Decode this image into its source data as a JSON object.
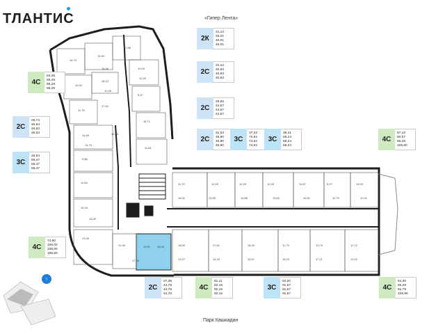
{
  "header": {
    "brand": "ТЛАНТИС",
    "landmark_top": "«Гипер Лента»",
    "landmark_bottom": "Парк Кашкадан"
  },
  "colors": {
    "wall": "#1d1d1b",
    "selected_unit": "#8fd0ee",
    "type_2": "#cfe3f7",
    "type_3": "#bfe3f6",
    "type_4": "#cfeac0",
    "accent": "#1aa0e2"
  },
  "apartments": [
    {
      "code": "4С",
      "type": "type_4",
      "values": [
        "54,38",
        "86,29",
        "86,29",
        "86,29"
      ]
    },
    {
      "code": "2К",
      "type": "type_2",
      "values": [
        "21,13",
        "46,01",
        "46,01",
        "46,01"
      ]
    },
    {
      "code": "2С",
      "type": "type_2",
      "values": [
        "22,44",
        "40,93",
        "40,93",
        "40,93"
      ]
    },
    {
      "code": "2С",
      "type": "type_2",
      "values": [
        "29,74",
        "46,63",
        "46,63",
        "46,63"
      ]
    },
    {
      "code": "2С",
      "type": "type_2",
      "values": [
        "25,56",
        "44,57",
        "44,57",
        "44,57"
      ]
    },
    {
      "code": "3С",
      "type": "type_3",
      "values": [
        "46,64",
        "66,47",
        "66,47",
        "66,47"
      ]
    },
    {
      "code": "2С",
      "type": "type_2",
      "values": [
        "31,63",
        "46,90",
        "46,90",
        "46,90"
      ]
    },
    {
      "code": "3С",
      "type": "type_3",
      "values": [
        "37,33",
        "74,62",
        "74,62",
        "74,62"
      ]
    },
    {
      "code": "3С",
      "type": "type_3",
      "values": [
        "38,41",
        "68,24",
        "68,24",
        "68,24"
      ]
    },
    {
      "code": "4С",
      "type": "type_4",
      "values": [
        "57,16",
        "90,57",
        "96,28",
        "105,60"
      ]
    },
    {
      "code": "4С",
      "type": "type_4",
      "values": [
        "74,90",
        "106,00",
        "106,00",
        "106,50"
      ]
    },
    {
      "code": "2С",
      "type": "type_2",
      "values": [
        "27,38",
        "44,78",
        "44,78",
        "44,78"
      ]
    },
    {
      "code": "4С",
      "type": "type_4",
      "values": [
        "61,11",
        "92,16",
        "92,16",
        "92,16"
      ]
    },
    {
      "code": "3С",
      "type": "type_3",
      "values": [
        "54,20",
        "91,67",
        "91,67",
        "91,67"
      ]
    },
    {
      "code": "4С",
      "type": "type_4",
      "values": [
        "54,30",
        "65,28",
        "91,79",
        "108,96"
      ]
    }
  ],
  "room_labels": [
    "16,72",
    "13,50",
    "12,66",
    "10,00",
    "12,00",
    "16,12",
    "6,67",
    "12,96",
    "11,75",
    "16,71",
    "14,89",
    "11,81",
    "9,86",
    "11,84",
    "10,26",
    "13,35",
    "12,45",
    "11,70",
    "11,28",
    "10,25",
    "12,26",
    "14,67",
    "6,07",
    "15,03",
    "16,31",
    "13,55",
    "10,66",
    "19,60",
    "16,61",
    "11,75",
    "12,31",
    "18,09",
    "17,61",
    "18,30",
    "11,73",
    "13,79",
    "12,72",
    "13,27",
    "14,18",
    "10,97",
    "18,23",
    "17,11",
    "10,22",
    "14,44",
    "17,92",
    "11,28",
    "12,06",
    "14,70",
    "13,09",
    "15,91",
    "16,05",
    "17,05"
  ]
}
